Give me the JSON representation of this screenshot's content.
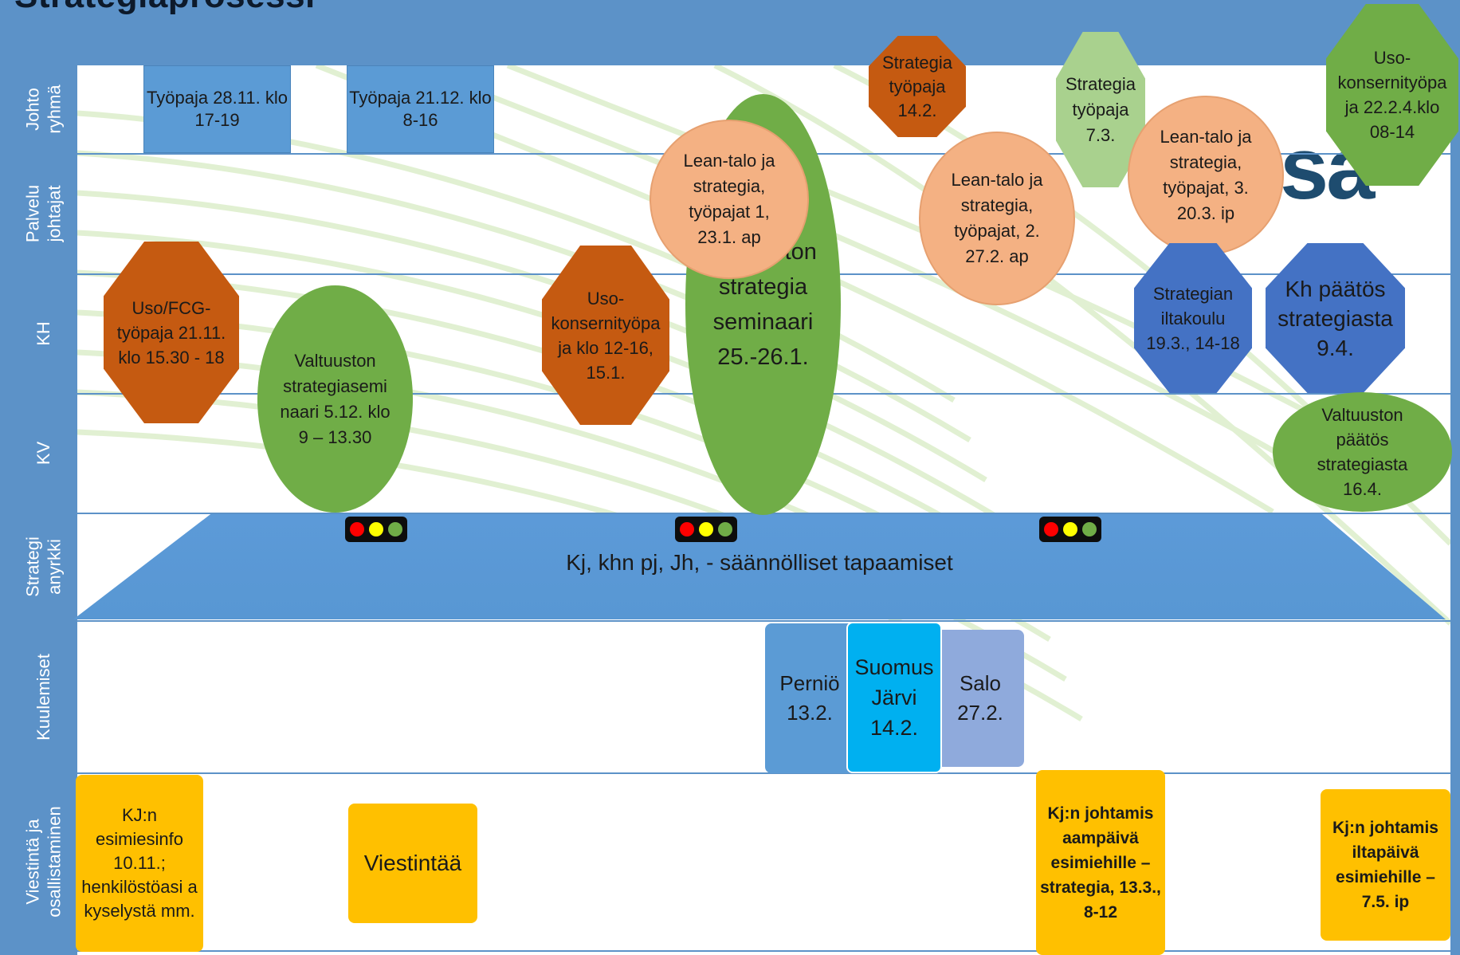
{
  "title": "Strategiaprosessi",
  "logo_text": "sa",
  "lanes": [
    {
      "label": "Johto ryhmä"
    },
    {
      "label": "Palvelu johtajat"
    },
    {
      "label": "KH"
    },
    {
      "label": "KV"
    },
    {
      "label": "Strategi anyrkki"
    },
    {
      "label": "Kuulemiset"
    },
    {
      "label": "Viestintä ja osallistaminen"
    }
  ],
  "nodes": {
    "tyopaja_2811": "Työpaja 28.11. klo 17-19",
    "tyopaja_2112": "Työpaja 21.12. klo 8-16",
    "uso_fcg": "Uso/FCG-työpaja 21.11. klo 15.30 - 18",
    "valtuuston_sem_512": "Valtuuston strategiasemi naari 5.12. klo 9 – 13.30",
    "uso_konserni_151": "Uso-konsernityöpa ja klo 12-16, 15.1.",
    "valtuuston_sem_2526": "Valtuuston strategia seminaari 25.-26.1.",
    "lean_1": "Lean-talo ja strategia, työpajat 1, 23.1. ap",
    "strategia_tyopaja_142": "Strategia työpaja 14.2.",
    "lean_2": "Lean-talo ja strategia, työpajat, 2. 27.2. ap",
    "strategia_tyopaja_73": "Strategia työpaja 7.3.",
    "lean_3": "Lean-talo ja strategia, työpajat, 3. 20.3. ip",
    "uso_konserni_224": "Uso-konsernityöpa ja 22.2.4.klo 08-14",
    "strategian_iltakoulu": "Strategian iltakoulu 19.3., 14-18",
    "kh_paatos": "Kh päätös strategiasta 9.4.",
    "valtuuston_paatos": "Valtuuston päätös strategiasta 16.4.",
    "strategianyrkki_text": "Kj, khn pj, Jh, - säännölliset tapaamiset",
    "pernio": "Perniö 13.2.",
    "suomusjarvi": "Suomus Järvi 14.2.",
    "salo": "Salo 27.2.",
    "esimiesinfo": "KJ:n esimiesinfo 10.11.; henkilöstöasi a kyselystä mm.",
    "viestintaa": "Viestintää",
    "kj_aamupaiva": "Kj:n johtamis aampäivä esimiehille – strategia, 13.3., 8-12",
    "kj_iltapaiva": "Kj:n johtamis iltapäivä esimiehille – 7.5. ip"
  },
  "colors": {
    "frame": "#5c92c8",
    "rect_blue": "#5b9bd5",
    "orange_dark": "#c55a11",
    "green": "#70ad47",
    "green_light": "#a9d18e",
    "peach": "#f4b183",
    "blue_dark": "#4472c4",
    "yellow": "#ffc000",
    "cyan": "#00b0f0",
    "periwinkle": "#8faadc",
    "light_red": "#ff0000",
    "light_yellow": "#ffff00",
    "light_green": "#70ad47"
  }
}
